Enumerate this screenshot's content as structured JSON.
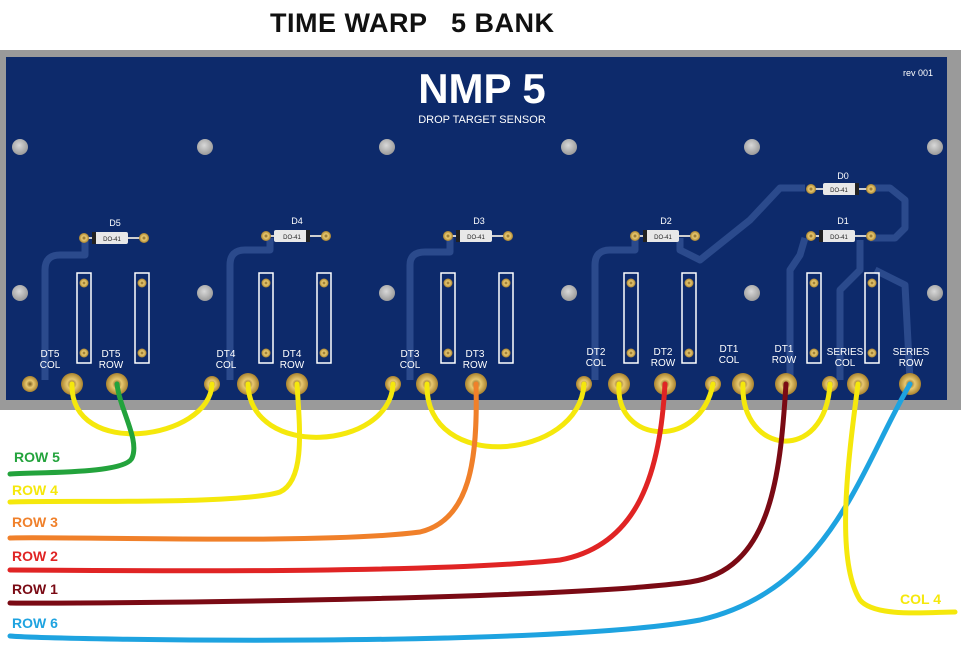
{
  "title": "TIME WARP   5 BANK",
  "board": {
    "name": "NMP 5",
    "subtitle": "DROP TARGET SENSOR",
    "rev": "rev 001"
  },
  "diodes": [
    {
      "label": "D5",
      "package": "DO-41"
    },
    {
      "label": "D4",
      "package": "DO-41"
    },
    {
      "label": "D3",
      "package": "DO-41"
    },
    {
      "label": "D2",
      "package": "DO-41"
    },
    {
      "label": "D1",
      "package": "DO-41"
    },
    {
      "label": "D0",
      "package": "DO-41"
    }
  ],
  "terminals": [
    {
      "line1": "DT5",
      "line2": "COL"
    },
    {
      "line1": "DT5",
      "line2": "ROW"
    },
    {
      "line1": "DT4",
      "line2": "COL"
    },
    {
      "line1": "DT4",
      "line2": "ROW"
    },
    {
      "line1": "DT3",
      "line2": "COL"
    },
    {
      "line1": "DT3",
      "line2": "ROW"
    },
    {
      "line1": "DT2",
      "line2": "COL"
    },
    {
      "line1": "DT2",
      "line2": "ROW"
    },
    {
      "line1": "DT1",
      "line2": "COL"
    },
    {
      "line1": "DT1",
      "line2": "ROW"
    },
    {
      "line1": "SERIES",
      "line2": "COL"
    },
    {
      "line1": "SERIES",
      "line2": "ROW"
    }
  ],
  "wires": [
    {
      "label": "ROW 5",
      "color": "#23a33c"
    },
    {
      "label": "ROW 4",
      "color": "#f5e80c"
    },
    {
      "label": "ROW 3",
      "color": "#f0802a"
    },
    {
      "label": "ROW 2",
      "color": "#e02424"
    },
    {
      "label": "ROW 1",
      "color": "#7a0a14"
    },
    {
      "label": "ROW 6",
      "color": "#1ea3e0"
    },
    {
      "label": "COL 4",
      "color": "#f5e80c"
    }
  ],
  "colors": {
    "board": "#0d2a6b",
    "board_frame": "#9a9a9a",
    "trace": "#2b4a8c",
    "pad": "#c9a24a",
    "jumper": "#f5e80c"
  }
}
